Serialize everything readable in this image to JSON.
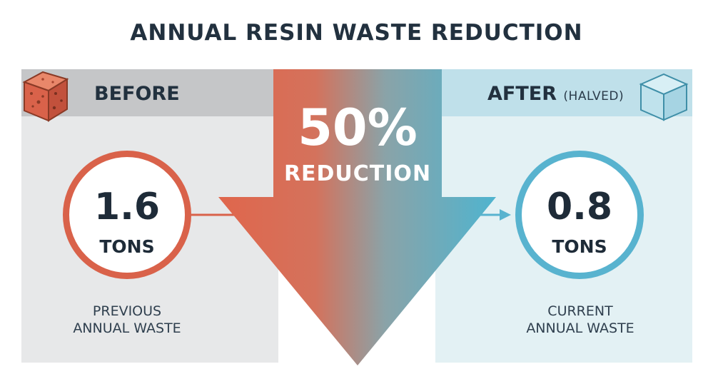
{
  "title": "ANNUAL RESIN WASTE REDUCTION",
  "before": {
    "label": "BEFORE",
    "value": "1.6",
    "unit": "TONS",
    "caption_line1": "PREVIOUS",
    "caption_line2": "ANNUAL WASTE",
    "icon": "resin-block-icon"
  },
  "after": {
    "label": "AFTER",
    "label_sub": "(HALVED)",
    "value": "0.8",
    "unit": "TONS",
    "caption_line1": "CURRENT",
    "caption_line2": "ANNUAL WASTE",
    "icon": "clear-cube-icon"
  },
  "reduction": {
    "percent": "50%",
    "label": "REDUCTION"
  },
  "colors": {
    "before_accent": "#d9624a",
    "after_accent": "#58b3cf",
    "title": "#22313f"
  }
}
